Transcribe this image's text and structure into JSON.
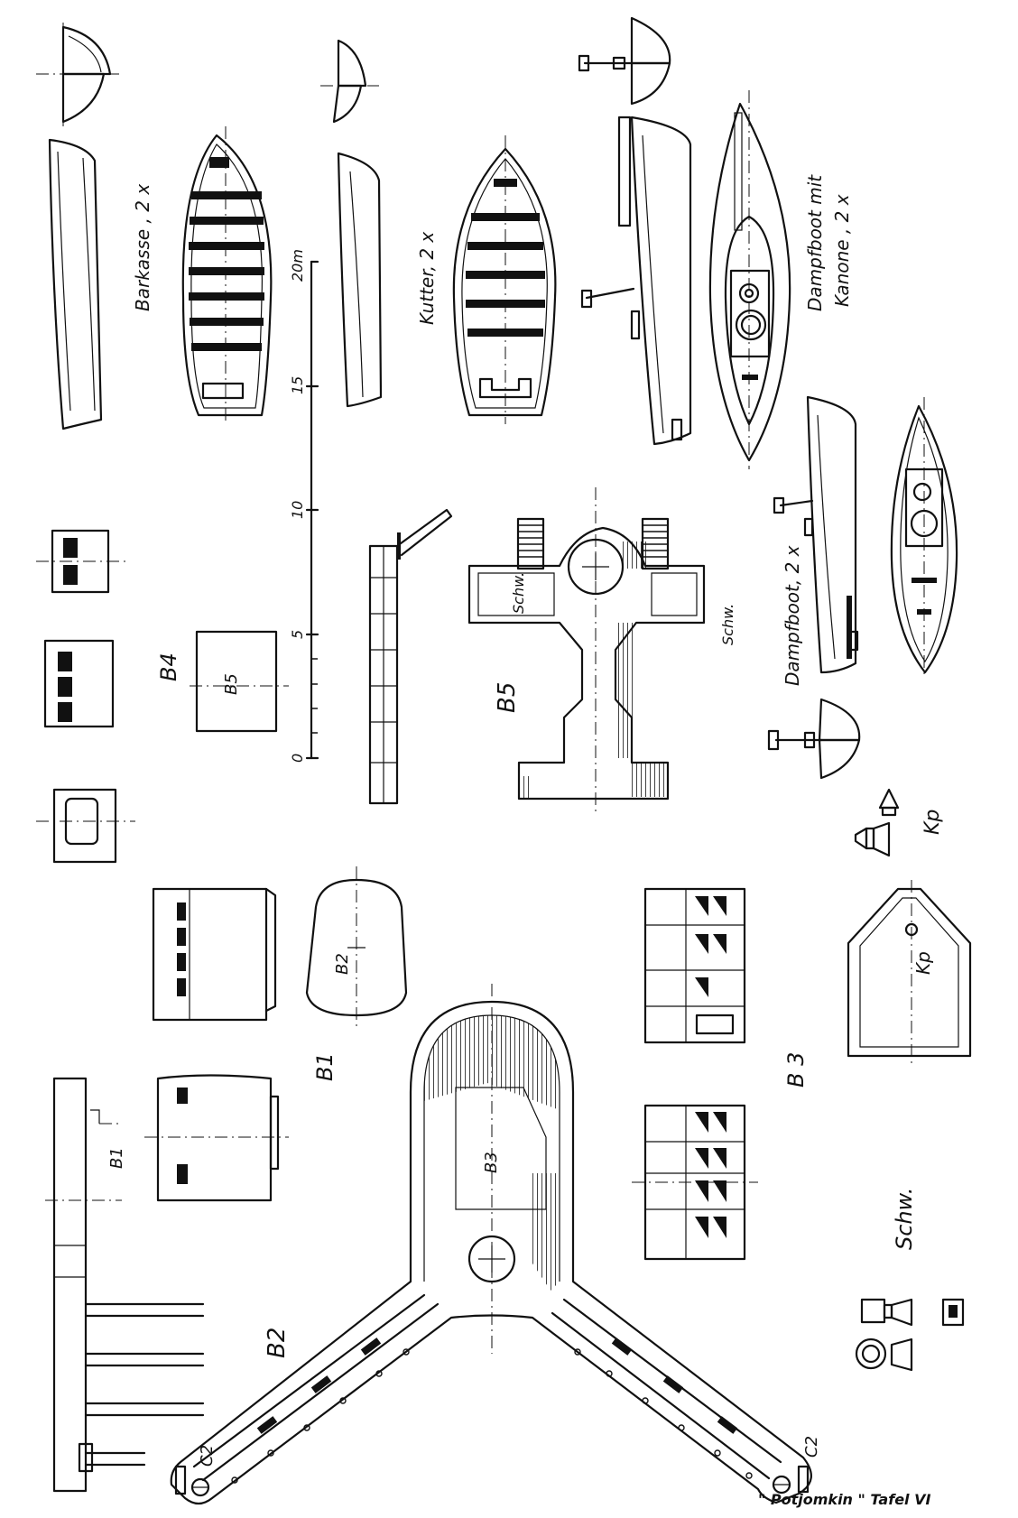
{
  "labels": {
    "barkasse": "Barkasse , 2 x",
    "kutter": "Kutter, 2 x",
    "dampfboot_kanone_1": "Dampfboot mit",
    "dampfboot_kanone_2": "Kanone , 2 x",
    "dampfboot": "Dampfboot, 2 x",
    "b1": "B1",
    "b1_part": "B1",
    "b2": "B2",
    "b2_part": "B2",
    "b3": "B 3",
    "b3_part": "B3",
    "b4": "B4",
    "b5": "B5",
    "b5_part": "B5",
    "schw_1": "Schw.",
    "schw_2": "Schw.",
    "schw_3": "Schw.",
    "kp_1": "Kp",
    "kp_2": "Kp",
    "c2_left": "C2",
    "c2_right": "C2",
    "footer": "\" Potjomkin \"  Tafel  VI"
  },
  "scale": {
    "ticks": [
      "0",
      "5",
      "10",
      "15",
      "20m"
    ]
  },
  "colors": {
    "ink": "#111111",
    "paper": "#ffffff"
  }
}
